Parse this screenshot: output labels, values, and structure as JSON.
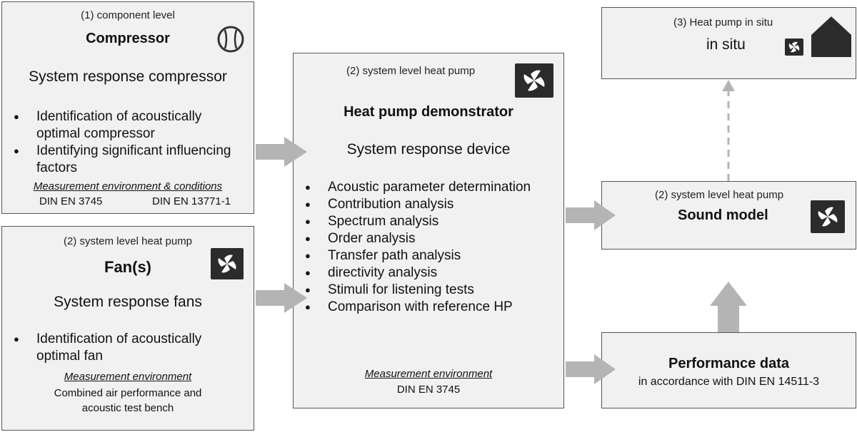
{
  "compressor": {
    "level": "(1) component level",
    "title": "Compressor",
    "response": "System response compressor",
    "bullets": [
      "Identification of acoustically optimal compressor",
      "Identifying significant influencing factors"
    ],
    "env_heading": "Measurement environment & conditions",
    "env_left": "DIN EN 3745",
    "env_right": "DIN EN 13771-1"
  },
  "fans": {
    "level": "(2) system level heat pump",
    "title": "Fan(s)",
    "response": "System response fans",
    "bullets": [
      "Identification of acoustically optimal fan"
    ],
    "env_heading": "Measurement environment",
    "env_lines": [
      "Combined air performance and",
      "acoustic test bench"
    ]
  },
  "demonstrator": {
    "level": "(2) system level heat pump",
    "title": "Heat pump demonstrator",
    "response": "System response device",
    "bullets": [
      "Acoustic parameter determination",
      "Contribution analysis",
      "Spectrum analysis",
      "Order analysis",
      "Transfer path analysis",
      "directivity analysis",
      "Stimuli for listening tests",
      "Comparison with reference HP"
    ],
    "env_heading": "Measurement environment",
    "env_text": "DIN EN 3745"
  },
  "insitu": {
    "level": "(3) Heat pump in situ",
    "title": "in situ"
  },
  "sound_model": {
    "level": "(2) system level heat pump",
    "title": "Sound model"
  },
  "performance": {
    "title": "Performance data",
    "text": "in accordance with DIN EN 14511-3"
  },
  "icons": [
    "compressor-icon",
    "fan-icon",
    "house-icon"
  ],
  "colors": {
    "box_fill": "#f1f1f1",
    "box_border": "#555555",
    "arrow": "#b4b4b4",
    "icon_bg": "#2b2b2b"
  }
}
